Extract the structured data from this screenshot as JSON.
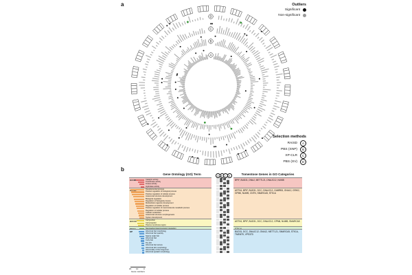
{
  "panel_a": {
    "label": "a",
    "legend_outliers": {
      "title": "Outliers",
      "significant": "Significant",
      "non_significant": "Non-significant",
      "significant_color": "#111111",
      "non_significant_color": "#999999"
    },
    "legend_methods": {
      "title": "Selection methods",
      "items": [
        {
          "name": "RAiSD",
          "letter": "A"
        },
        {
          "name": "PBS (SNP)",
          "letter": "B"
        },
        {
          "name": "XP-CLR",
          "letter": "C"
        },
        {
          "name": "PBS (SV)",
          "letter": "D"
        }
      ]
    },
    "ring_letters": [
      "A",
      "B",
      "C",
      "D"
    ]
  },
  "panel_b": {
    "label": "b",
    "go_header": "Gene Ontology (GO) Term",
    "genes_header": "Tomentose Genes in GO Categories",
    "matrix_letters": [
      "A",
      "B",
      "C",
      "D"
    ],
    "axis_ticks": [
      "20",
      "10",
      "0"
    ],
    "axis_title": "Gene numbers",
    "categories": [
      {
        "code": "GO:MF",
        "color": "#f6c6c2",
        "bar_color": "#e06666",
        "terms": [
          "Catalytic activity",
          "Transferase activity",
          "Kinase activity",
          "Hydrolase activity"
        ],
        "bars": [
          0.55,
          0.4,
          0.3,
          0.25
        ],
        "genes": "BPIF, BUD31, DNAJ, METTL21, DNAJC12, NUMB"
      },
      {
        "code": "GO:BP",
        "color": "#fbe3c6",
        "bar_color": "#f0a45a",
        "terms": [
          "Developmental process",
          "Positive regulation of biological process",
          "Positive regulation of cellular process",
          "Anatomical structure development",
          "Biological regulation",
          "Regulation of biological process",
          "Multicellular organism development",
          "Regulation of cellular process",
          "Positive regulation of macromolecule metabolic process",
          "Regulation of cellular process",
          "Cellular metabolism",
          "Anatomical structure morphogenesis",
          "System development"
        ],
        "bars": [
          0.9,
          0.85,
          0.8,
          0.75,
          0.7,
          0.65,
          0.6,
          0.55,
          0.5,
          0.45,
          0.4,
          0.35,
          0.3
        ],
        "genes": "ASTN1, BPIF, BUD31, DCC, DNAJC12, GABRB3, GNA12, GRIK2, GPM6, NUMB, CNTN, SMARCA5, STK1A"
      },
      {
        "code": "GO:CC",
        "color": "#fbf6c0",
        "bar_color": "#e5d04b",
        "terms": [
          "Cell junction",
          "Cell projection",
          "Plasma membrane region"
        ],
        "bars": [
          0.5,
          0.45,
          0.4
        ],
        "genes": "ASTN1, BPIF, BUD31, DCC, DNAJC12, GPM6, NUMB, SMARCA5"
      },
      {
        "code": "KEGG",
        "color": "#d9efd0",
        "bar_color": "#6aa84f",
        "terms": [
          "Neuroactive ligand-receptor interaction"
        ],
        "bars": [
          0.3
        ],
        "genes": "STK1A"
      },
      {
        "code": "HP",
        "color": "#cfe8f6",
        "bar_color": "#5b9bd5",
        "terms": [
          "Abnormal hair morphology",
          "Abnormal hair quantity",
          "Sparse scalp hair",
          "Abnormal hair",
          "Curly hair",
          "Dry skin",
          "Abnormal hair texture",
          "Abnormal skin morphology",
          "Abnormality of the integument",
          "Abnormal eyelash morphology"
        ],
        "bars": [
          0.35,
          0.3,
          0.3,
          0.25,
          0.25,
          0.2,
          0.2,
          0.2,
          0.15,
          0.15
        ],
        "genes": "BUD31, DCC, DNAJC12, GNA12, METTL21, SMARCA5, STK1A, TMEM79, VPS37D"
      }
    ]
  }
}
